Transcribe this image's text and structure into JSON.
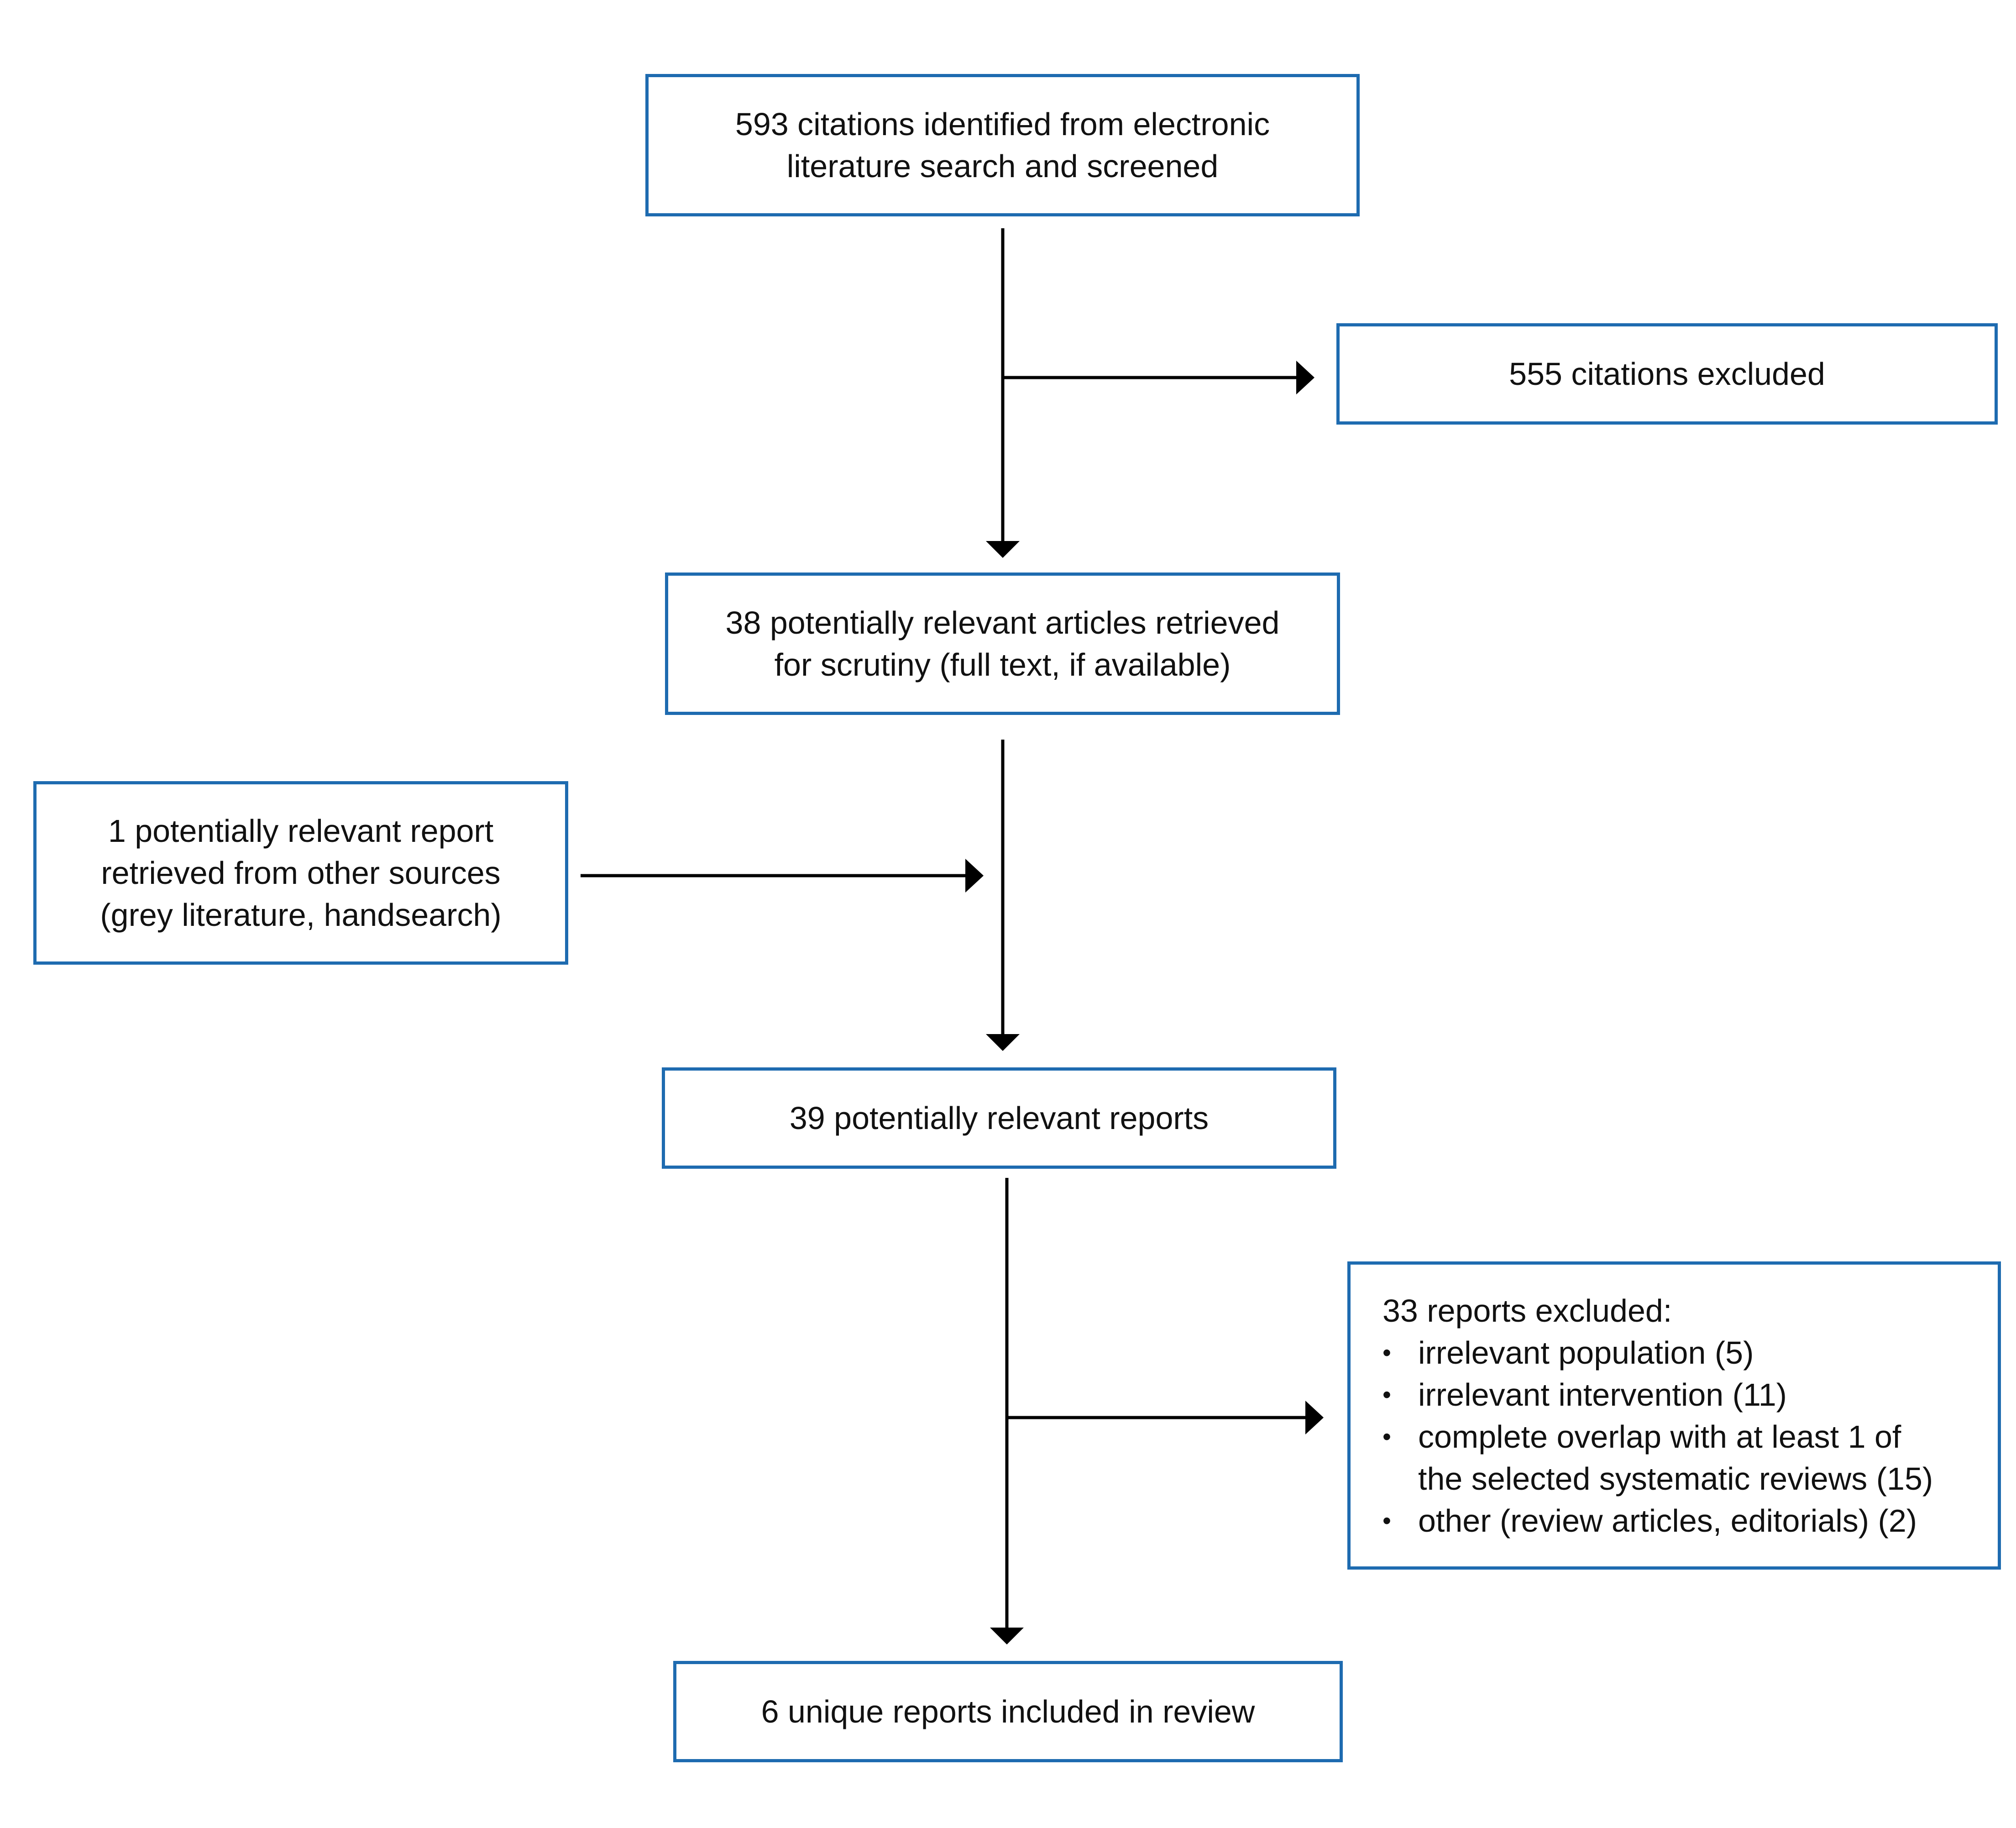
{
  "boxes": {
    "identified": {
      "lines": [
        "593 citations identified from electronic",
        "literature search and screened"
      ]
    },
    "excluded_citations": {
      "lines": [
        "555 citations excluded"
      ]
    },
    "retrieved": {
      "lines": [
        "38 potentially relevant articles retrieved",
        "for scrutiny (full text, if available)"
      ]
    },
    "other_sources": {
      "lines": [
        "1 potentially relevant report",
        "retrieved from other sources",
        "(grey literature, handsearch)"
      ]
    },
    "relevant_reports": {
      "lines": [
        "39 potentially relevant reports"
      ]
    },
    "excluded_reports": {
      "heading": "33 reports excluded:",
      "items": [
        "irrelevant population (5)",
        "irrelevant intervention (11)",
        "complete overlap with at least 1 of\nthe selected systematic reviews (15)",
        "other (review articles, editorials) (2)"
      ]
    },
    "included": {
      "lines": [
        "6 unique reports included in review"
      ]
    }
  },
  "colors": {
    "box_border": "#1e6bb0",
    "arrow": "#000000",
    "text": "#111111"
  }
}
